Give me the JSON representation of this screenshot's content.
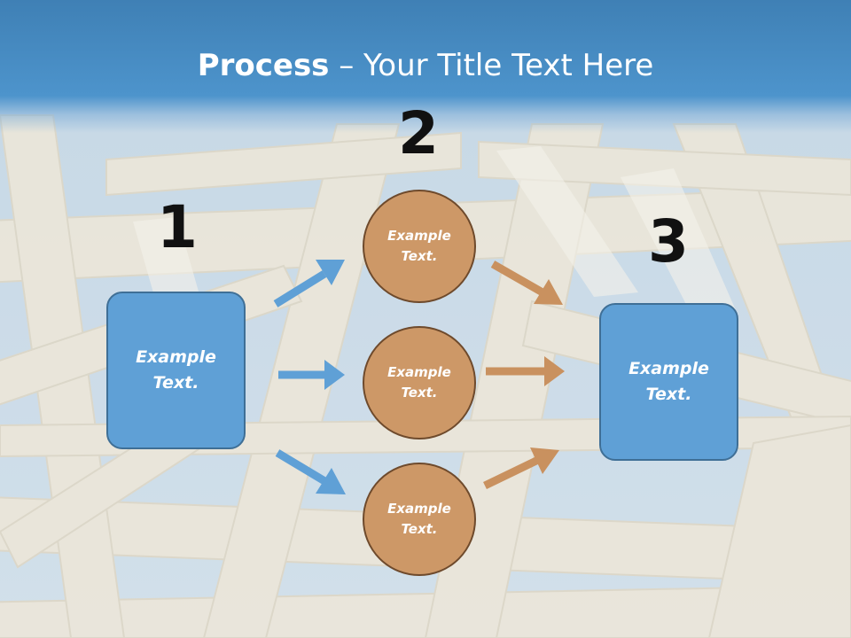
{
  "title": {
    "bold": "Process",
    "rest": " – Your Title Text Here"
  },
  "steps": {
    "one": "1",
    "two": "2",
    "three": "3"
  },
  "left_box": {
    "text": "Example Text."
  },
  "right_box": {
    "text": "Example Text."
  },
  "circles": [
    {
      "text": "Example Text."
    },
    {
      "text": "Example Text."
    },
    {
      "text": "Example Text."
    }
  ],
  "colors": {
    "header": "#4d94cc",
    "box_fill": "#5fa0d6",
    "box_border": "#3f6f96",
    "circle_fill": "#cd9867",
    "circle_border": "#6e4a2c",
    "arrow_blue": "#5fa0d6",
    "arrow_orange": "#c9915f"
  }
}
